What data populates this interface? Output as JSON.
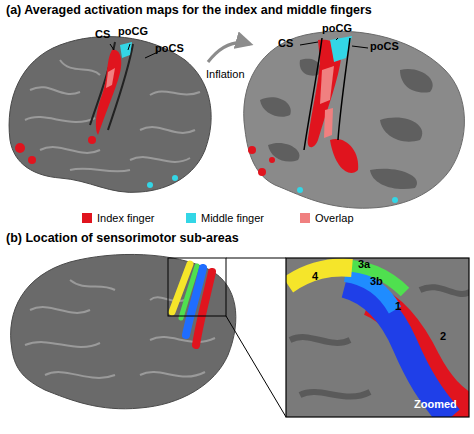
{
  "diagram": {
    "labels": [
      "(a) Averaged activation maps for the index and middle fingers",
      "CS",
      "poCG",
      "poCS",
      "Inflation",
      "CS",
      "poCG",
      "poCS",
      "(b) Location of sensorimotor sub-areas",
      "4",
      "3a",
      "3b",
      "1",
      "2",
      "Zoomed"
    ],
    "legend": [
      {
        "text": "Index finger",
        "color": "#e0141e"
      },
      {
        "text": "Middle finger",
        "color": "#33d6e6"
      },
      {
        "text": "Overlap",
        "color": "#f08080"
      }
    ]
  }
}
